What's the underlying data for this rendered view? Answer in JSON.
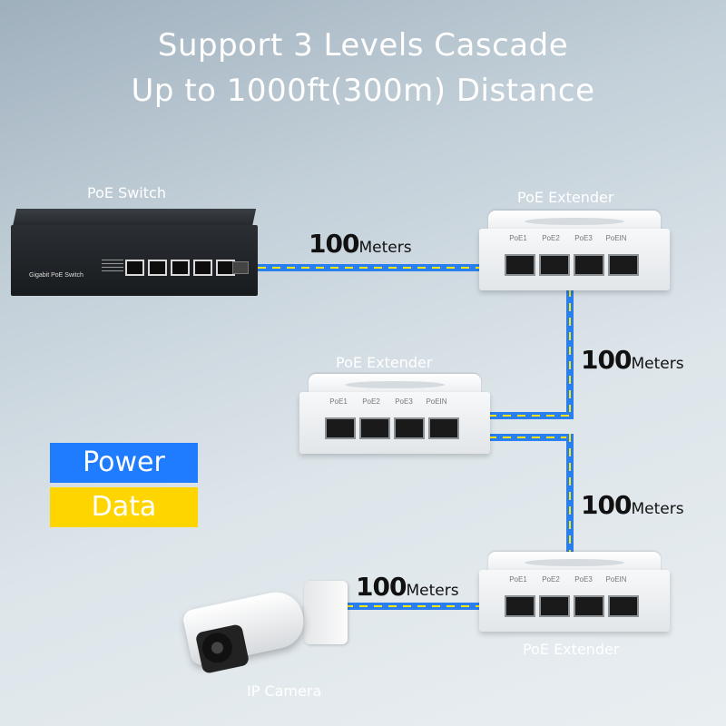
{
  "heading": {
    "line1": "Support 3 Levels Cascade",
    "line2": "Up to 1000ft(300m) Distance"
  },
  "devices": {
    "switch_label": "PoE Switch",
    "switch_brand": "Gigabit PoE Switch",
    "extender_label": "PoE Extender",
    "camera_label": "IP Camera",
    "extender_ports": [
      "PoE1",
      "PoE2",
      "PoE3",
      "PoEIN"
    ]
  },
  "distances": {
    "number": "100",
    "unit": "Meters"
  },
  "legend": {
    "power": "Power",
    "data": "Data",
    "power_color": "#1f7cff",
    "data_color": "#ffd500"
  }
}
